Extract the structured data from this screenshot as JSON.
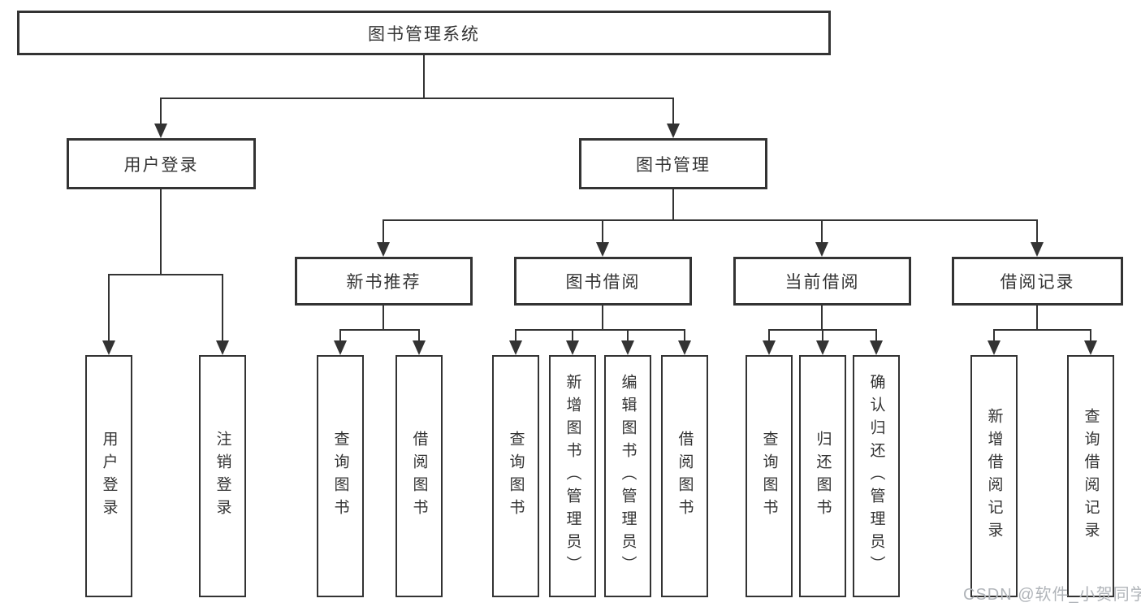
{
  "tree": {
    "root": "图书管理系统",
    "branches": [
      {
        "label": "用户登录",
        "children": [
          "用户登录",
          "注销登录"
        ]
      },
      {
        "label": "图书管理",
        "children": [
          {
            "label": "新书推荐",
            "children": [
              "查询图书",
              "借阅图书"
            ]
          },
          {
            "label": "图书借阅",
            "children": [
              "查询图书",
              "新增图书（管理员）",
              "编辑图书（管理员）",
              "借阅图书"
            ]
          },
          {
            "label": "当前借阅",
            "children": [
              "查询图书",
              "归还图书",
              "确认归还（管理员）"
            ]
          },
          {
            "label": "借阅记录",
            "children": [
              "新增借阅记录",
              "查询借阅记录"
            ]
          }
        ]
      }
    ]
  },
  "watermark": "CSDN @软件_小贺同学",
  "colors": {
    "line": "#333333",
    "text": "#333333",
    "box_background": "#ffffff",
    "watermark": "#b0b4b9",
    "background": "#ffffff"
  }
}
